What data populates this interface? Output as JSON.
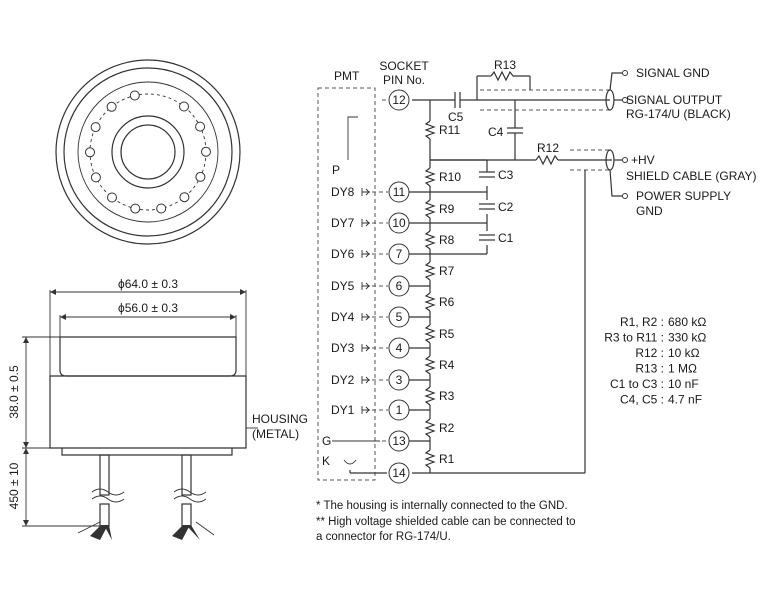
{
  "pmt_label": "PMT",
  "socket_label_1": "SOCKET",
  "socket_label_2": "PIN No.",
  "dims": {
    "outer_dia": "ϕ64.0 ± 0.3",
    "inner_dia": "ϕ56.0 ± 0.3",
    "height": "38.0 ± 0.5",
    "cable": "450 ± 10"
  },
  "housing_label_1": "HOUSING",
  "housing_label_2": "(METAL)",
  "electrodes": [
    {
      "name": "P",
      "pin": "12"
    },
    {
      "name": "DY8",
      "pin": "11"
    },
    {
      "name": "DY7",
      "pin": "10"
    },
    {
      "name": "DY6",
      "pin": "7"
    },
    {
      "name": "DY5",
      "pin": "6"
    },
    {
      "name": "DY4",
      "pin": "5"
    },
    {
      "name": "DY3",
      "pin": "4"
    },
    {
      "name": "DY2",
      "pin": "3"
    },
    {
      "name": "DY1",
      "pin": "1"
    },
    {
      "name": "G",
      "pin": "13"
    },
    {
      "name": "K",
      "pin": "14"
    }
  ],
  "resistors": [
    "R11",
    "R10",
    "R9",
    "R8",
    "R7",
    "R6",
    "R5",
    "R4",
    "R3",
    "R2",
    "R1"
  ],
  "caps": [
    "C3",
    "C2",
    "C1"
  ],
  "c4": "C4",
  "c5": "C5",
  "r12": "R12",
  "r13": "R13",
  "outputs": {
    "signal_gnd": "SIGNAL GND",
    "signal_output_1": "SIGNAL OUTPUT",
    "signal_output_2": "RG-174/U (BLACK)",
    "hv_1": "+HV",
    "hv_2": "SHIELD CABLE (GRAY)",
    "power_gnd_1": "POWER SUPPLY",
    "power_gnd_2": "GND"
  },
  "values": [
    {
      "name": "R1, R2",
      "value": "680 kΩ"
    },
    {
      "name": "R3 to R11",
      "value": "330 kΩ"
    },
    {
      "name": "R12",
      "value": "10 kΩ"
    },
    {
      "name": "R13",
      "value": "1 MΩ"
    },
    {
      "name": "C1 to C3",
      "value": "10 nF"
    },
    {
      "name": "C4, C5",
      "value": "4.7 nF"
    }
  ],
  "notes": [
    "*  The housing is internally connected to the GND.",
    "** High voltage shielded cable can be connected to",
    "    a connector for RG-174/U."
  ]
}
